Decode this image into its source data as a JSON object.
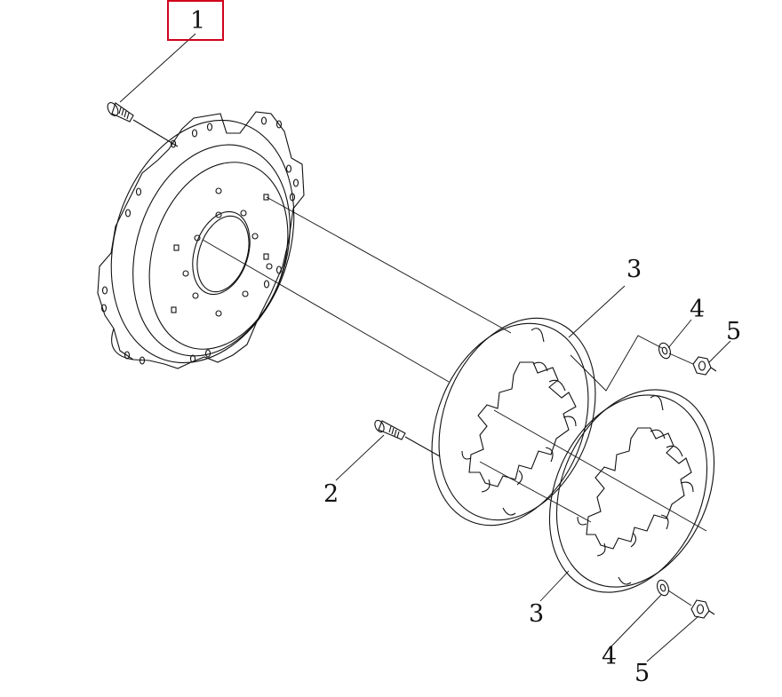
{
  "diagram": {
    "highlight_color": "#d0021b",
    "line_color": "#111111",
    "callouts": {
      "c1": "1",
      "c2": "2",
      "c3a": "3",
      "c3b": "3",
      "c4a": "4",
      "c4b": "4",
      "c5a": "5",
      "c5b": "5"
    }
  }
}
